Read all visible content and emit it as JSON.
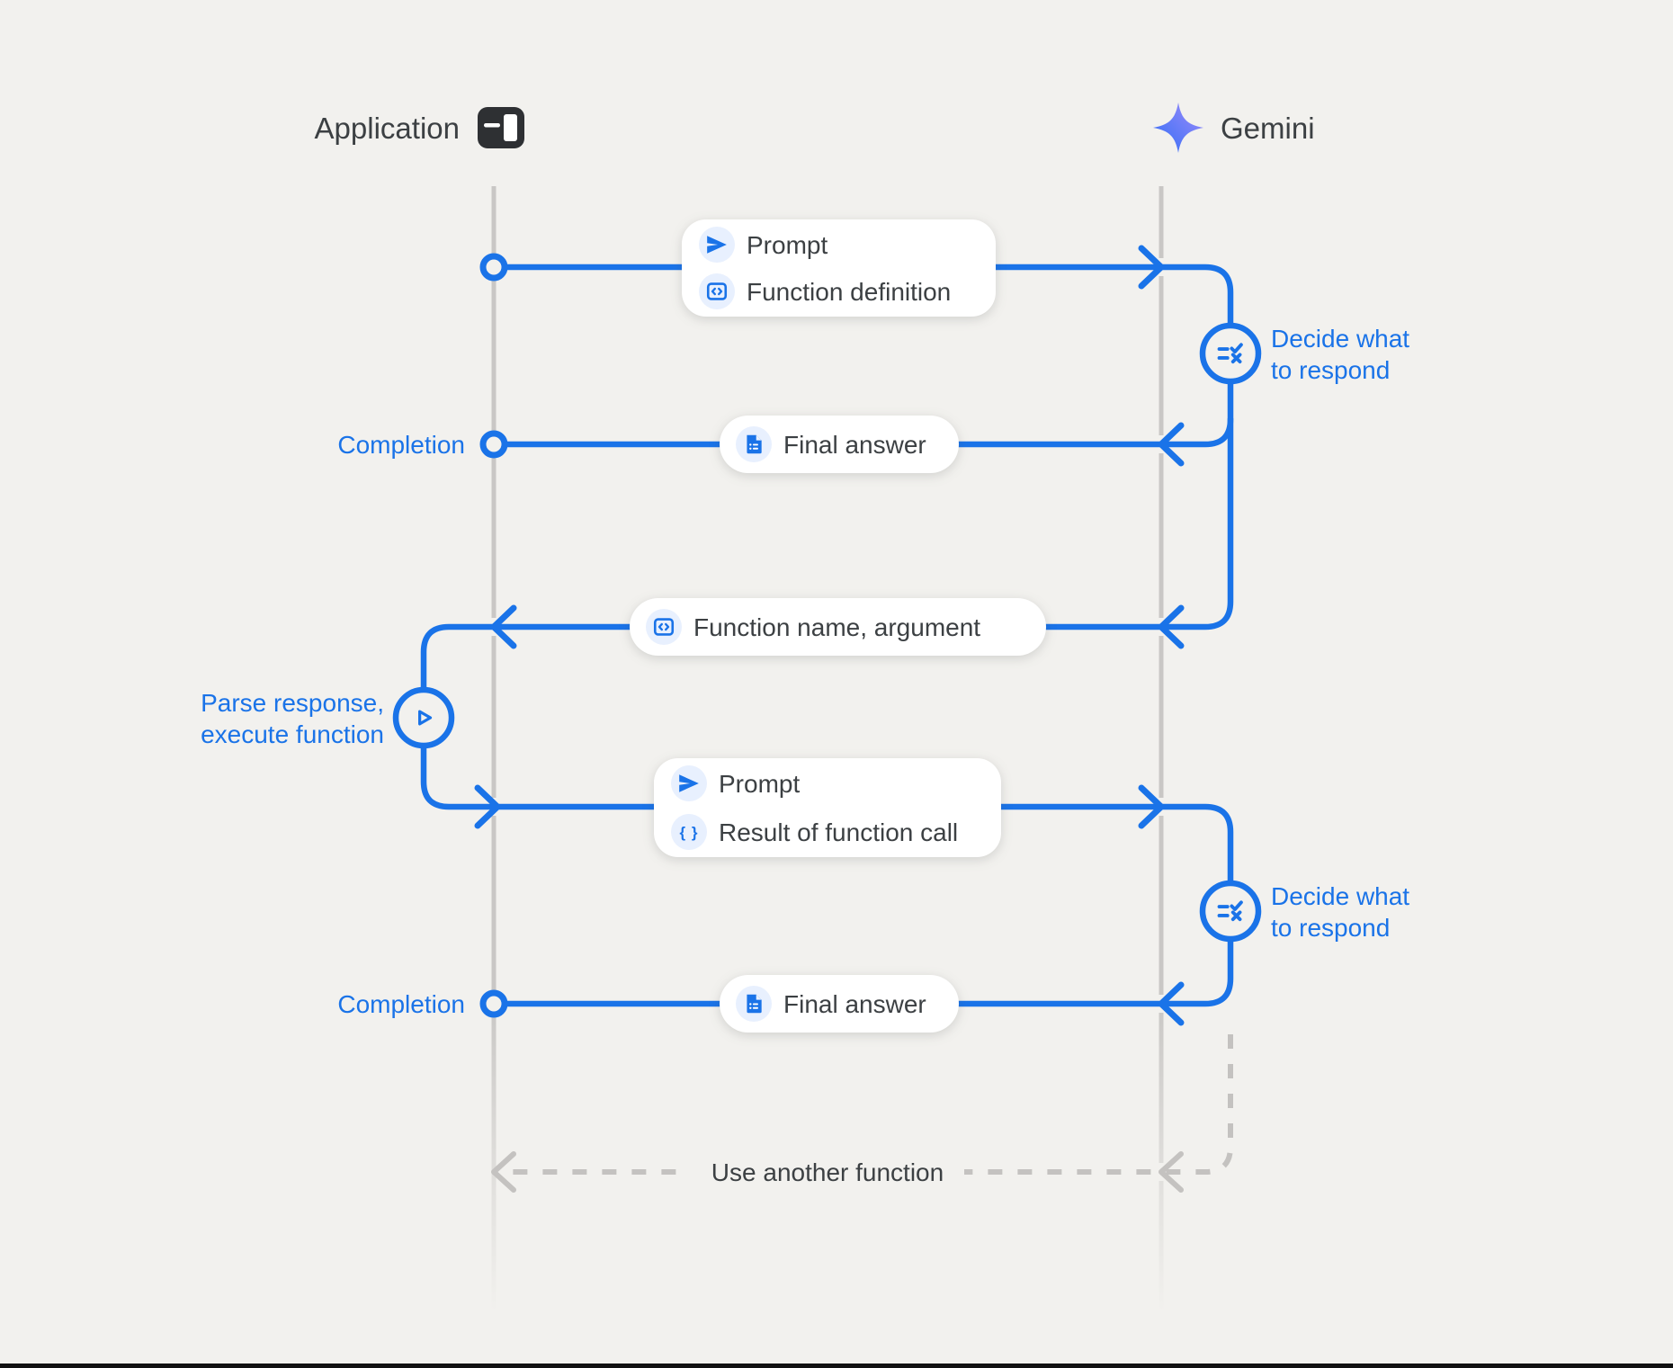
{
  "colors": {
    "background": "#f2f1ee",
    "accent_blue": "#1a73e8",
    "lifeline_gray": "#c9c7c5",
    "dashed_gray": "#c4c2c0",
    "dark_text": "#3c4043",
    "icon_chip_bg": "#e8f0fe",
    "box_bg": "#ffffff",
    "app_icon_dark": "#2e3033",
    "gemini_gradient_start": "#2f6df5",
    "gemini_gradient_end": "#a08cfa",
    "bottom_bar": "#111111"
  },
  "actors": {
    "application": {
      "label": "Application",
      "icon": "app-window-icon"
    },
    "gemini": {
      "label": "Gemini",
      "icon": "gemini-star-icon"
    }
  },
  "messages": {
    "prompt_function_definition": {
      "row1": {
        "icon": "send-icon",
        "label": "Prompt"
      },
      "row2": {
        "icon": "code-icon",
        "label": "Function definition"
      }
    },
    "final_answer_1": {
      "row1": {
        "icon": "document-icon",
        "label": "Final answer"
      }
    },
    "function_name_argument": {
      "row1": {
        "icon": "code-icon",
        "label": "Function name,  argument"
      }
    },
    "prompt_result": {
      "row1": {
        "icon": "send-icon",
        "label": "Prompt"
      },
      "row2": {
        "icon": "braces-icon",
        "label": "Result of function call"
      }
    },
    "final_answer_2": {
      "row1": {
        "icon": "document-icon",
        "label": "Final answer"
      }
    }
  },
  "annotations": {
    "decide_1": {
      "line1": "Decide what",
      "line2": "to respond",
      "icon": "checklist-icon"
    },
    "decide_2": {
      "line1": "Decide what",
      "line2": "to respond",
      "icon": "checklist-icon"
    },
    "parse": {
      "line1": "Parse response,",
      "line2": "execute function",
      "icon": "play-icon"
    },
    "completion_1": "Completion",
    "completion_2": "Completion",
    "use_another_function": "Use another function"
  }
}
